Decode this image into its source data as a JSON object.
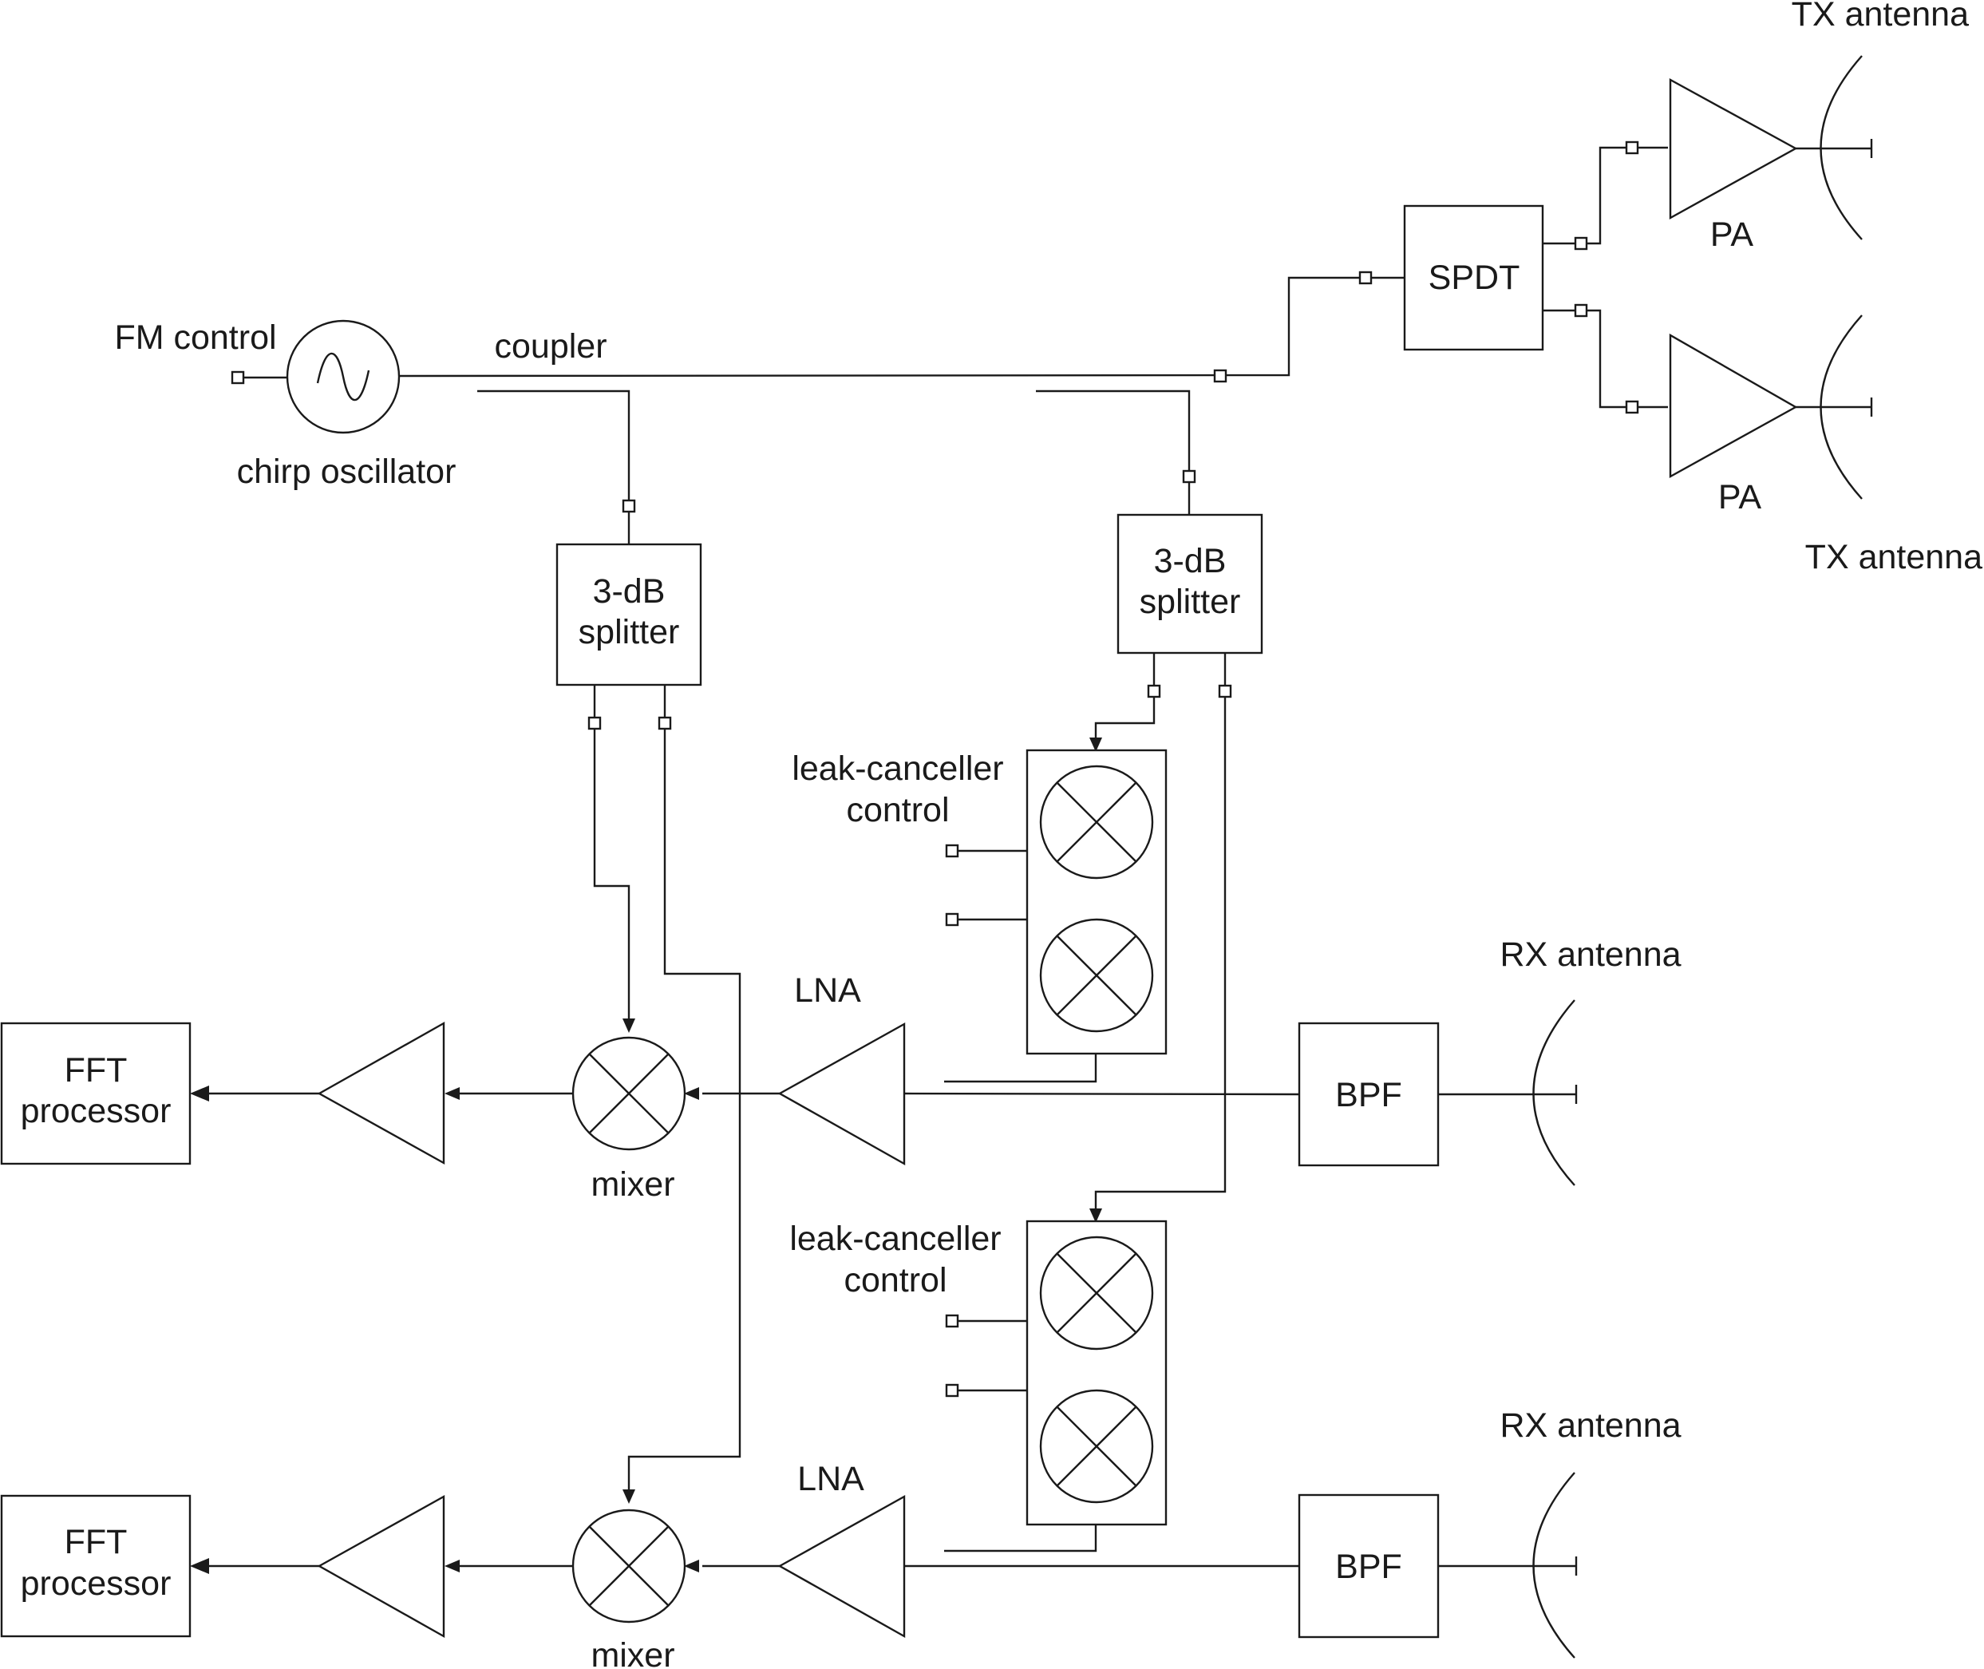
{
  "labels": {
    "tx_antenna_top": "TX antenna",
    "tx_antenna_bottom": "TX antenna",
    "pa_top": "PA",
    "pa_bottom": "PA",
    "spdt": "SPDT",
    "fm_control": "FM control",
    "coupler": "coupler",
    "chirp_oscillator": "chirp oscillator",
    "splitter_left_l1": "3-dB",
    "splitter_left_l2": "splitter",
    "splitter_right_l1": "3-dB",
    "splitter_right_l2": "splitter",
    "leak_top_l1": "leak-canceller",
    "leak_top_l2": "control",
    "leak_bottom_l1": "leak-canceller",
    "leak_bottom_l2": "control",
    "rx_antenna_top": "RX antenna",
    "rx_antenna_bottom": "RX antenna",
    "lna_top": "LNA",
    "lna_bottom": "LNA",
    "bpf_top": "BPF",
    "bpf_bottom": "BPF",
    "fft_top_l1": "FFT",
    "fft_top_l2": "processor",
    "fft_bottom_l1": "FFT",
    "fft_bottom_l2": "processor",
    "mixer_top": "mixer",
    "mixer_bottom": "mixer"
  }
}
